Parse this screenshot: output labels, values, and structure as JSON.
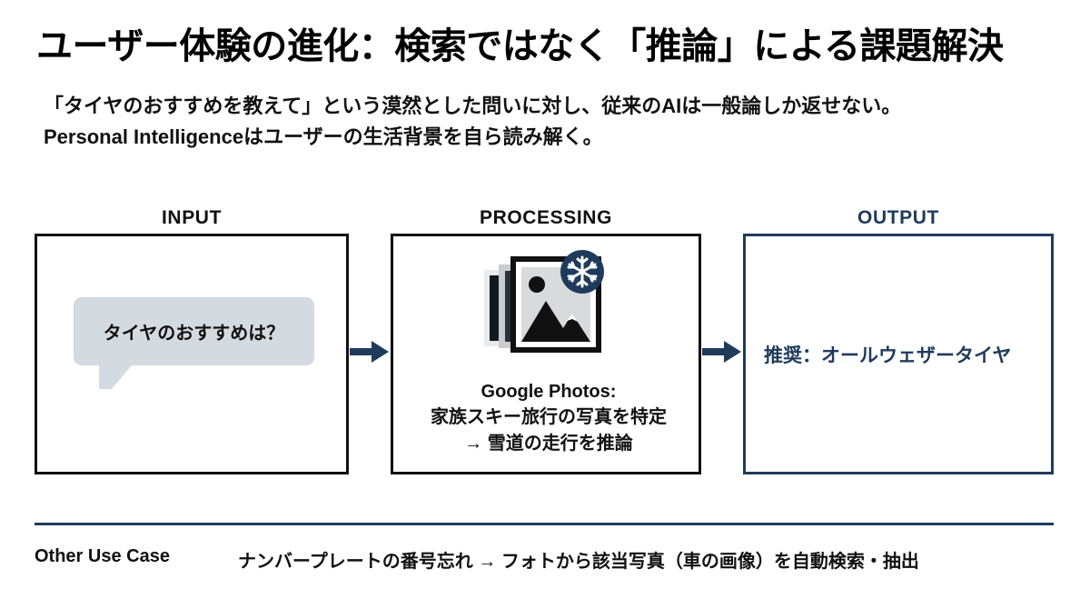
{
  "slide": {
    "title": "ユーザー体験の進化：検索ではなく「推論」による課題解決",
    "subtitle_line_1": "「タイヤのおすすめを教えて」という漠然とした問いに対し、従来のAIは一般論しか返せない。",
    "subtitle_line_2": "Personal Intelligenceはユーザーの生活背景を自ら読み解く。"
  },
  "flow": {
    "input": {
      "header": "INPUT",
      "bubble_text": "タイヤのおすすめは？"
    },
    "processing": {
      "header": "PROCESSING",
      "icon_name": "photo-stack-with-snowflake-icon",
      "caption_line_1": "Google Photos:",
      "caption_line_2": "家族スキー旅行の写真を特定",
      "caption_line_3": "→ 雪道の走行を推論"
    },
    "output": {
      "header": "OUTPUT",
      "text": "推奨：オールウェザータイヤ"
    },
    "arrow_1_name": "arrow-input-to-processing",
    "arrow_2_name": "arrow-processing-to-output"
  },
  "footer": {
    "label": "Other Use Case",
    "text": "ナンバープレートの番号忘れ → フォトから該当写真（車の画像）を自動検索・抽出"
  },
  "colors": {
    "accent_navy": "#1f3b5c",
    "box_border_black": "#111111",
    "bubble_fill": "#d3dae0",
    "background": "#ffffff"
  }
}
